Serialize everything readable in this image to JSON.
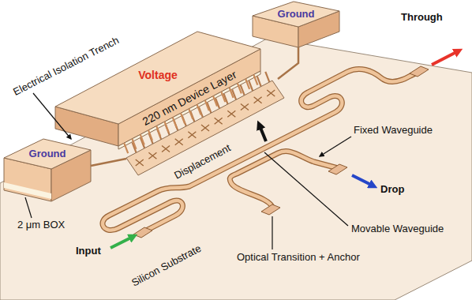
{
  "diagram": {
    "nodes": [
      {
        "text": [
          "Ground"
        ]
      },
      {
        "text": [
          "Voltage",
          "220 nm Device Layer"
        ]
      },
      {
        "text": [
          "Ground"
        ]
      }
    ],
    "labels": [
      "Electrical Isolation Trench",
      "Through",
      "Displacement",
      "Fixed Waveguide",
      "Drop",
      "2 μm BOX",
      "Movable Waveguide",
      "Optical Transition + Anchor",
      "Input",
      "Silicon Substrate"
    ]
  }
}
